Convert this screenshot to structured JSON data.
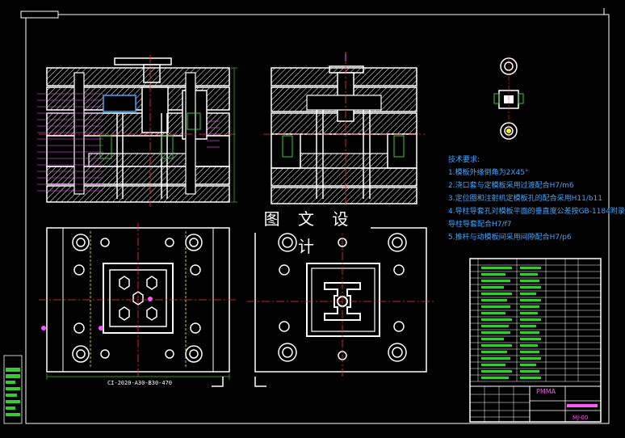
{
  "drawing": {
    "watermark": "图 文 设 计",
    "technical_requirements": {
      "heading": "技术要求:",
      "items": [
        "1.模板外缘倒角为2X45°",
        "2.浇口套与定模板采用过渡配合H7/m6",
        "3.定位圈和注射机定模板孔的配合采用H11/b11",
        "4.导柱导套孔对模板平面的垂直度公差按GB-1184附录",
        "导柱导套配合H7/f7",
        "5.推杆与动模板间采用间隙配合H7/p6"
      ]
    },
    "mold_base_label": "CI-2020-A30-B30-470",
    "title_block": {
      "material": "PMMA",
      "drawing_code": "MJ-00"
    },
    "colors": {
      "outline": "#ffffff",
      "hatch": "#ffffff",
      "centerline": "#ff3333",
      "dimension": "#33cc33",
      "leader": "#ff55ff",
      "note": "#3fa7ff",
      "accent": "#ffff00"
    }
  }
}
